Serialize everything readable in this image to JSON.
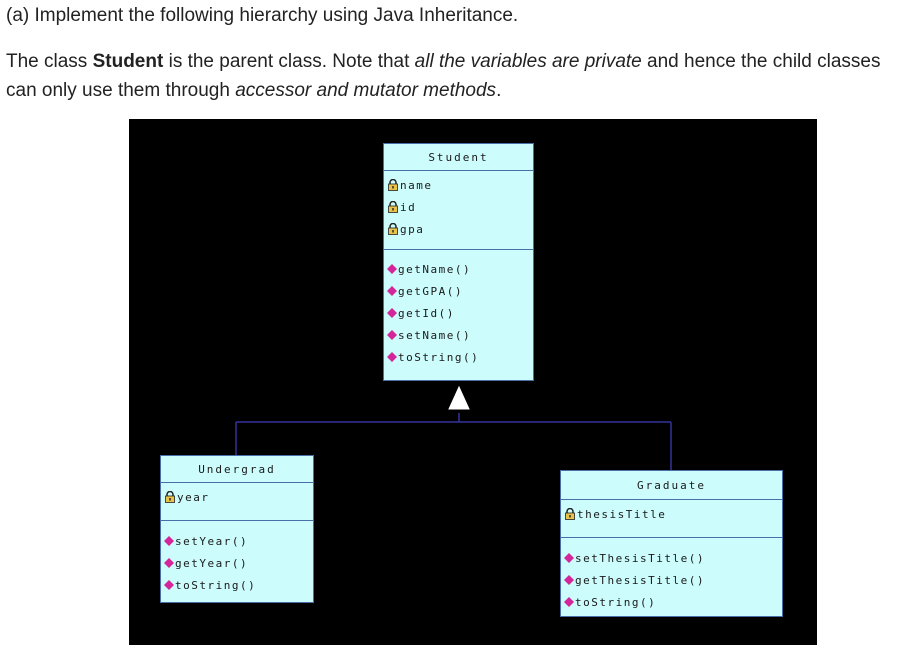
{
  "question": {
    "line1": "(a)  Implement the following hierarchy using Java Inheritance.",
    "p_start": "The class ",
    "p_bold": "Student",
    "p_mid1": " is the parent class. Note that ",
    "p_italic1": "all the variables are private",
    "p_mid2": " and hence the child classes can only use them through ",
    "p_italic2": "accessor and mutator methods",
    "p_end": "."
  },
  "diagram": {
    "student": {
      "name": "Student",
      "attributes": [
        "name",
        "id",
        "gpa"
      ],
      "methods": [
        "getName()",
        "getGPA()",
        "getId()",
        "setName()",
        "toString()"
      ]
    },
    "undergrad": {
      "name": "Undergrad",
      "attributes": [
        "year"
      ],
      "methods": [
        "setYear()",
        "getYear()",
        "toString()"
      ]
    },
    "graduate": {
      "name": "Graduate",
      "attributes": [
        "thesisTitle"
      ],
      "methods": [
        "setThesisTitle()",
        "getThesisTitle()",
        "toString()"
      ]
    },
    "colors": {
      "background": "#000000",
      "class_fill": "#ccfcfc",
      "class_border": "#4a6fa8",
      "connector": "#33339a",
      "method_icon": "#d4259b",
      "attribute_icon": "lock-icon"
    }
  }
}
